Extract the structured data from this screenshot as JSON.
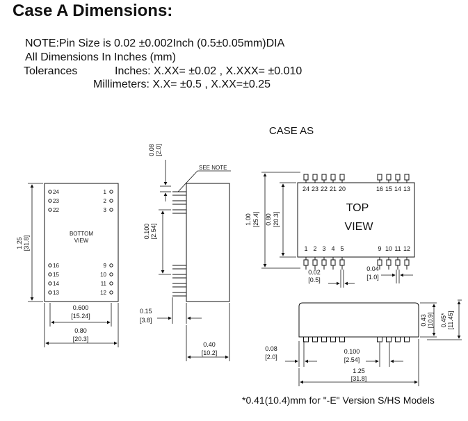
{
  "heading": "Case A Dimensions:",
  "notes": {
    "pin_size": "NOTE:Pin Size is 0.02 ±0.002Inch (0.5±0.05mm)DIA",
    "units": "All Dimensions In Inches (mm)",
    "tolerances_label": "Tolerances",
    "tolerances_inches": "Inches: X.XX= ±0.02 , X.XXX= ±0.010",
    "tolerances_mm": "Millimeters: X.X= ±0.5 , X.XX=±0.25"
  },
  "bottom_view": {
    "label_line1": "BOTTOM",
    "label_line2": "VIEW",
    "pins_left_top": [
      "24",
      "23",
      "22"
    ],
    "pins_right_top": [
      "1",
      "2",
      "3"
    ],
    "pins_left_bottom": [
      "16",
      "15",
      "14",
      "13"
    ],
    "pins_right_bottom": [
      "9",
      "10",
      "11",
      "12"
    ],
    "height_in": "1.25",
    "height_mm": "[31.8]",
    "pin_row_in": "0.600",
    "pin_row_mm": "[15.24]",
    "width_in": "0.80",
    "width_mm": "[20.3]"
  },
  "side_view": {
    "see_note": "SEE NOTE",
    "offset_in": "0.08",
    "offset_mm": "[2.0]",
    "pitch_in": "0.100",
    "pitch_mm": "[2.54]",
    "pin_len_in": "0.15",
    "pin_len_mm": "[3.8]",
    "depth_in": "0.40",
    "depth_mm": "[10.2]"
  },
  "case_as": {
    "title": "CASE AS",
    "top_pins": [
      "24",
      "23",
      "22",
      "21",
      "20",
      "16",
      "15",
      "14",
      "13"
    ],
    "bottom_pins": [
      "1",
      "2",
      "3",
      "4",
      "5",
      "9",
      "10",
      "11",
      "12"
    ],
    "label_line1": "TOP",
    "label_line2": "VIEW",
    "outer_in": "1.00",
    "outer_mm": "[25.4]",
    "inner_in": "0.80",
    "inner_mm": "[20.3]",
    "pin_dia_in": "0.02",
    "pin_dia_mm": "[0.5]",
    "pin_len_in": "0.04",
    "pin_len_mm": "[1.0]"
  },
  "front_view": {
    "height_in": "0.43",
    "height_mm": "[10.9]",
    "max_height_in": "0.45*",
    "max_height_mm": "[11.45]",
    "offset_in": "0.08",
    "offset_mm": "[2.0]",
    "pitch_in": "0.100",
    "pitch_mm": "[2.54]",
    "length_in": "1.25",
    "length_mm": "[31.8]"
  },
  "footnote": "*0.41(10.4)mm for \"-E\" Version S/HS Models"
}
